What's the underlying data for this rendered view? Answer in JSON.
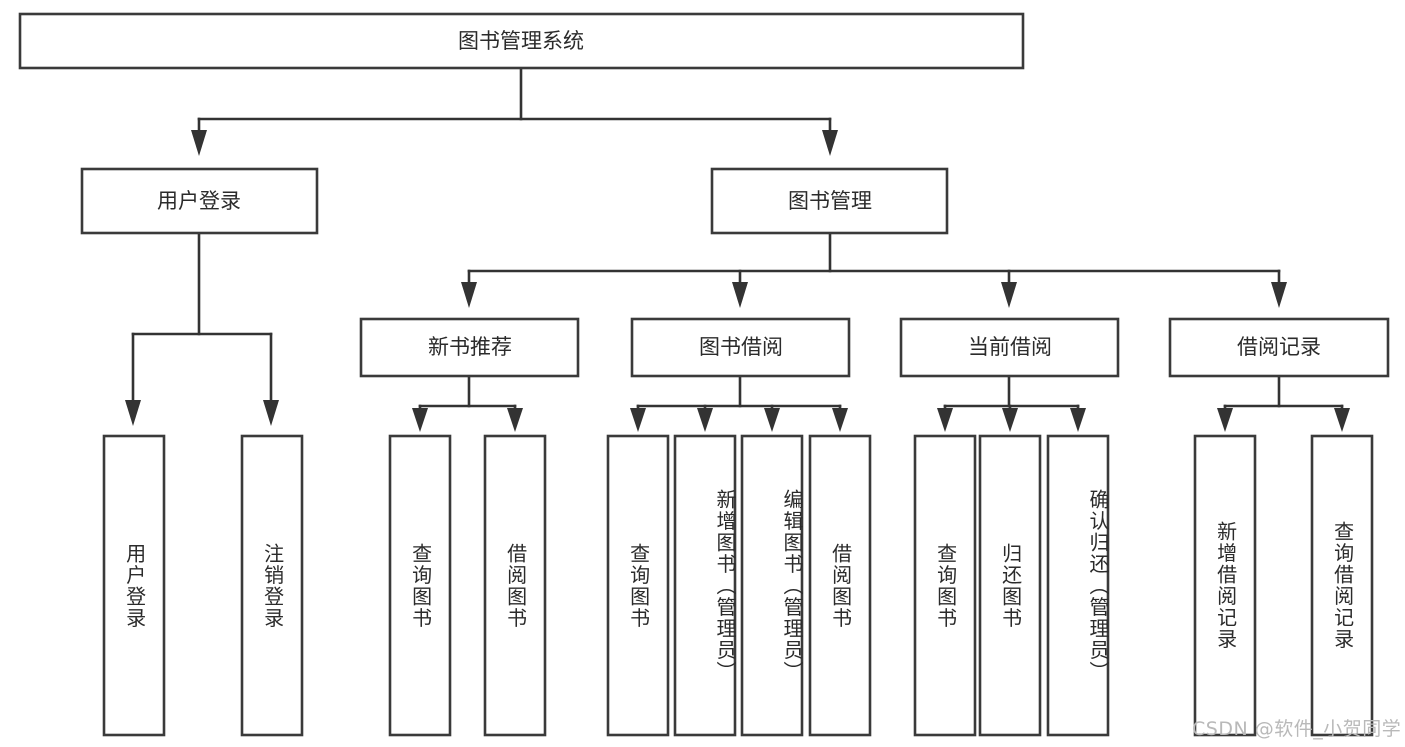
{
  "diagram": {
    "type": "tree-hierarchy-chart",
    "root": {
      "id": "root",
      "label": "图书管理系统",
      "orientation": "horizontal"
    },
    "level2": [
      {
        "id": "user-login",
        "label": "用户登录",
        "orientation": "horizontal"
      },
      {
        "id": "book-management",
        "label": "图书管理",
        "orientation": "horizontal"
      }
    ],
    "level3": [
      {
        "id": "new-book-recommend",
        "label": "新书推荐",
        "orientation": "horizontal",
        "parent": "book-management"
      },
      {
        "id": "book-borrow",
        "label": "图书借阅",
        "orientation": "horizontal",
        "parent": "book-management"
      },
      {
        "id": "current-borrow",
        "label": "当前借阅",
        "orientation": "horizontal",
        "parent": "book-management"
      },
      {
        "id": "borrow-record",
        "label": "借阅记录",
        "orientation": "horizontal",
        "parent": "book-management"
      }
    ],
    "leaves": [
      {
        "id": "leaf-user-login",
        "label": "用户登录",
        "parent": "user-login"
      },
      {
        "id": "leaf-logout-login",
        "label": "注销登录",
        "parent": "user-login"
      },
      {
        "id": "leaf-query-book-1",
        "label": "查询图书",
        "parent": "new-book-recommend"
      },
      {
        "id": "leaf-borrow-book-1",
        "label": "借阅图书",
        "parent": "new-book-recommend"
      },
      {
        "id": "leaf-query-book-2",
        "label": "查询图书",
        "parent": "book-borrow"
      },
      {
        "id": "leaf-add-book",
        "label": "新增图书（管理员）",
        "parent": "book-borrow"
      },
      {
        "id": "leaf-edit-book",
        "label": "编辑图书（管理员）",
        "parent": "book-borrow"
      },
      {
        "id": "leaf-borrow-book-2",
        "label": "借阅图书",
        "parent": "book-borrow"
      },
      {
        "id": "leaf-query-book-3",
        "label": "查询图书",
        "parent": "current-borrow"
      },
      {
        "id": "leaf-return-book",
        "label": "归还图书",
        "parent": "current-borrow"
      },
      {
        "id": "leaf-confirm-return",
        "label": "确认归还（管理员）",
        "parent": "current-borrow"
      },
      {
        "id": "leaf-add-record",
        "label": "新增借阅记录",
        "parent": "borrow-record"
      },
      {
        "id": "leaf-query-record",
        "label": "查询借阅记录",
        "parent": "borrow-record"
      }
    ]
  },
  "watermark": {
    "text": "CSDN @软件_小贺同学"
  },
  "colors": {
    "box_stroke": "#3a3a3a",
    "connector": "#333333",
    "text": "#2b2b2b",
    "background": "#ffffff",
    "watermark": "#b9b9b9"
  }
}
